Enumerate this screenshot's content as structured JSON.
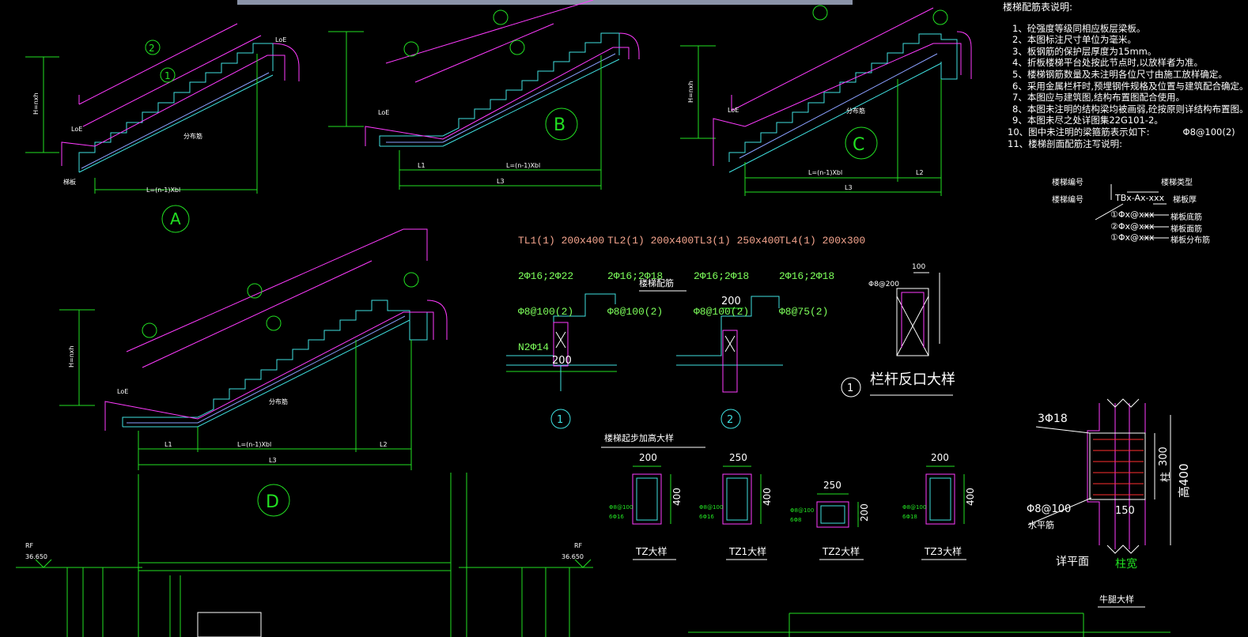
{
  "notes": {
    "title": "楼梯配筋表说明:",
    "items": [
      "1、砼强度等级同相应板层梁板。",
      "2、本图标注尺寸单位为毫米。",
      "3、板钢筋的保护层厚度为15mm。",
      "4、折板楼梯平台处按此节点时,以放样者为准。",
      "5、楼梯钢筋数量及未注明各位尺寸由施工放样确定。",
      "6、采用金属栏杆时,预埋钢件规格及位置与建筑配合确定。",
      "7、本图应与建筑图,结构布置图配合使用。",
      "8、本图未注明的结构梁均被画弱,砼按原则详结构布置图。",
      "9、本图未尽之处详图集22G101-2。"
    ],
    "item10": "10、图中未注明的梁箍筋表示如下:",
    "item10_value": "Φ8@100(2)",
    "item11": "11、楼梯剖面配筋注写说明:",
    "legend": {
      "stair_no": "楼梯编号",
      "stair_type": "楼梯类型",
      "code": "TBx-Ax-xxx",
      "thickness": "梯板厚",
      "l1": "①Φx@xxx",
      "l1_desc": "梯板底筋",
      "l2": "②Φx@xxx",
      "l2_desc": "梯板面筋",
      "l3": "①Φx@xxx",
      "l3_desc": "梯板分布筋"
    }
  },
  "beams": [
    {
      "head": "TL1(1) 200x400",
      "lines": [
        "2Φ16;2Φ22",
        "Φ8@100(2)",
        "N2Φ14"
      ]
    },
    {
      "head": "TL2(1) 200x400",
      "lines": [
        "2Φ16;2Φ18",
        "Φ8@100(2)"
      ]
    },
    {
      "head": "TL3(1) 250x400",
      "lines": [
        "2Φ16;2Φ18",
        "Φ8@100(2)"
      ]
    },
    {
      "head": "TL4(1) 200x300",
      "lines": [
        "2Φ16;2Φ18",
        "Φ8@75(2)"
      ]
    }
  ],
  "stairs": {
    "A": {
      "label": "A",
      "length": "L=(n-1)Xbl",
      "height": "H=nxh",
      "loe": "LoE",
      "bottom": "梯板",
      "dist": "分布筋"
    },
    "B": {
      "label": "B",
      "length": "L=(n-1)Xbl",
      "l1": "L1",
      "l3": "L3",
      "loe": "LoE"
    },
    "C": {
      "label": "C",
      "length": "L=(n-1)Xbl",
      "height": "H=nxh",
      "l2": "L2",
      "l3": "L3",
      "loe": "LoE",
      "dist": "分布筋"
    },
    "D": {
      "label": "D",
      "length": "L=(n-1)Xbl",
      "height": "H=nxh",
      "l1": "L1",
      "l2": "L2",
      "l3": "L3",
      "loe": "LoE",
      "dist": "分布筋"
    }
  },
  "details": {
    "stair_section": "楼梯配筋",
    "n1": "1",
    "n2": "2",
    "dim200a": "200",
    "dim200b": "200",
    "railing_mark": "1",
    "railing_title": "栏杆反口大样",
    "railing_dim": "100",
    "railing_spec": "Φ8@200",
    "stair_col_title": "楼梯起步加高大样",
    "tz": [
      {
        "dim": "200",
        "h": "400",
        "name": "TZ大样",
        "s": "Φ8@100",
        "m": "6Φ16"
      },
      {
        "dim": "250",
        "h": "400",
        "name": "TZ1大样",
        "s": "Φ8@100",
        "m": "6Φ16"
      },
      {
        "dim": "250",
        "h": "200",
        "name": "TZ2大样",
        "s": "Φ8@100",
        "m": "6Φ8"
      },
      {
        "dim": "200",
        "h": "400",
        "name": "TZ3大样",
        "s": "Φ8@100",
        "m": "6Φ18"
      }
    ],
    "col_rebar": "3Φ18",
    "col_300": "300",
    "col_150": "150",
    "col_h": "高400",
    "col_name": "柱",
    "col_stir": "Φ8@100",
    "col_stir2": "水平筋",
    "col_plane": "详平面",
    "col_width": "柱宽",
    "col_title": "牛腿大样",
    "rf1": "RF",
    "rf1_elev": "36.650",
    "rf2": "RF",
    "rf2_elev": "36.650"
  }
}
